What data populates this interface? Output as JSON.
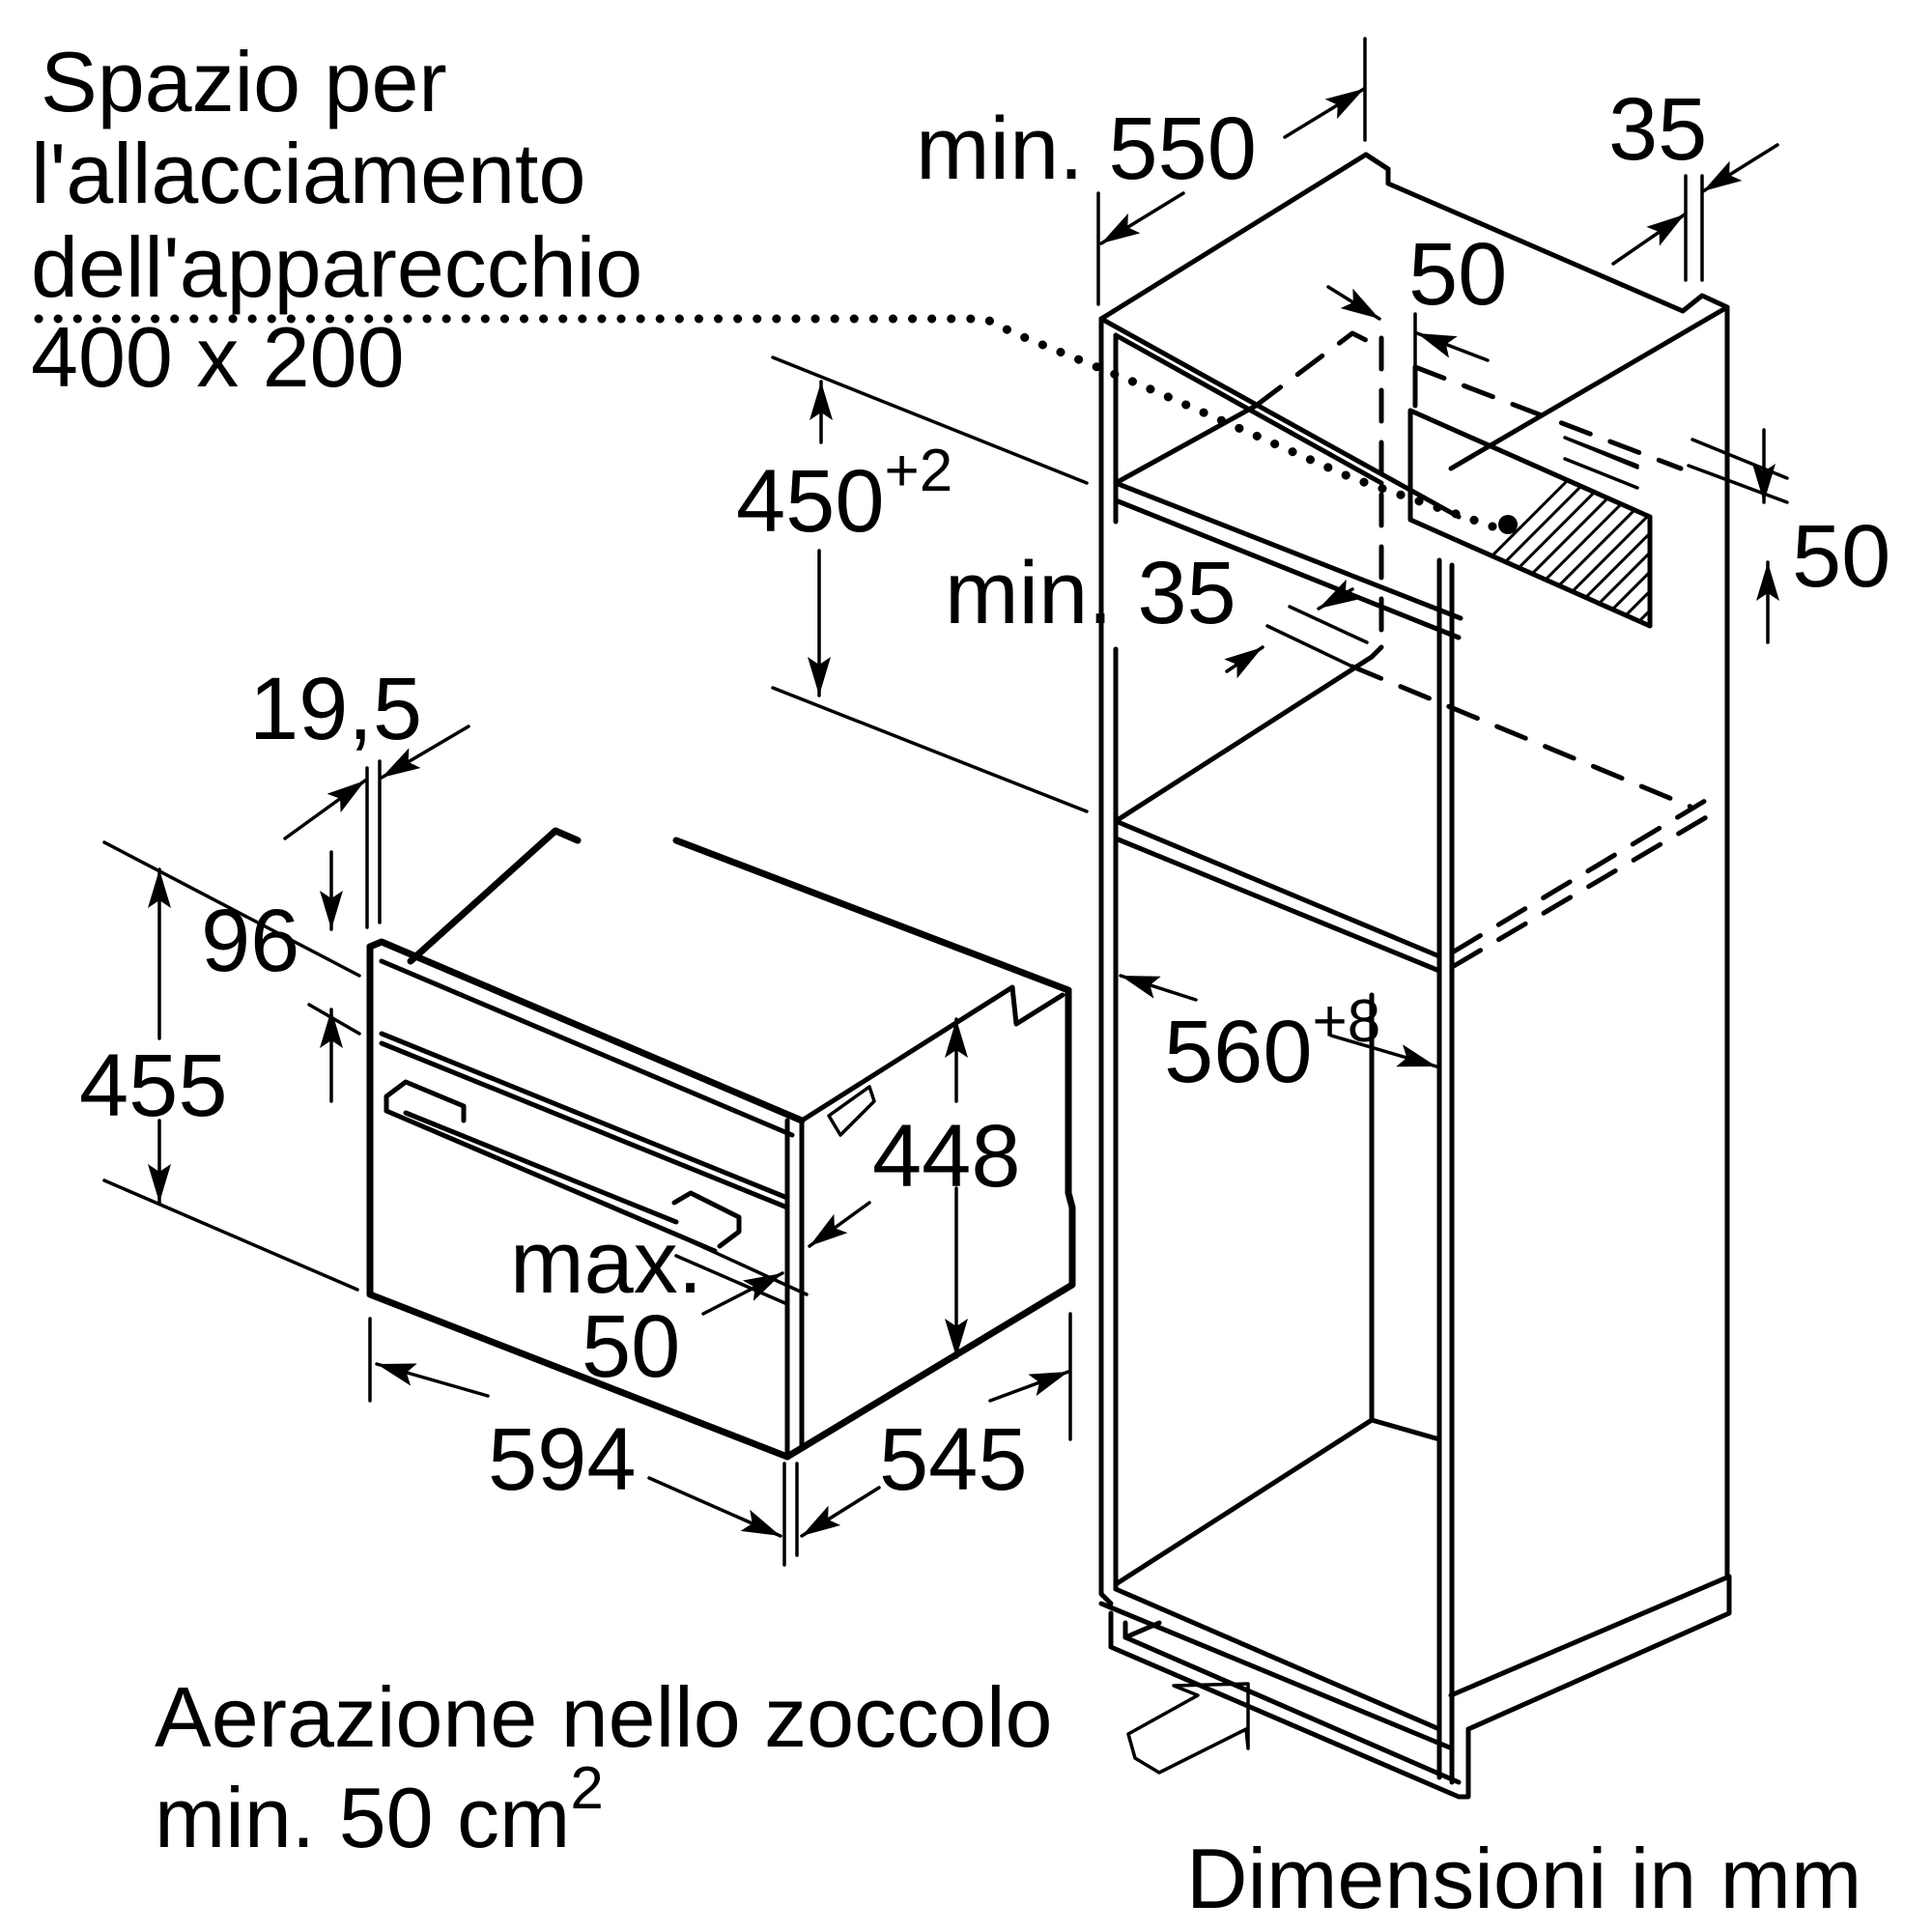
{
  "diagram": {
    "title": "Built-in oven installation dimensions",
    "units_note": "Dimensioni in mm",
    "connection_note": {
      "lines": [
        "Spazio per",
        "l'allacciamento",
        "dell'apparecchio",
        "400 x 200"
      ]
    },
    "ventilation_note": {
      "line1": "Aerazione nello zoccolo",
      "line2_prefix": "min. 50 cm",
      "line2_sup": "2"
    },
    "cabinet_dimensions": {
      "depth_min": "min. 550",
      "top_rear_gap": "35",
      "rear_gap": "50",
      "niche_height_base": "450",
      "niche_height_tol": "+2",
      "shelf_depth_min": "min. 35",
      "connection_height": "50",
      "niche_width_base": "560",
      "niche_width_tol": "+8"
    },
    "appliance_dimensions": {
      "front_overhang": "19,5",
      "front_top_strip": "96",
      "total_height": "455",
      "body_height": "448",
      "max_label": "max.",
      "max_value": "50",
      "width": "594",
      "depth": "545"
    }
  }
}
